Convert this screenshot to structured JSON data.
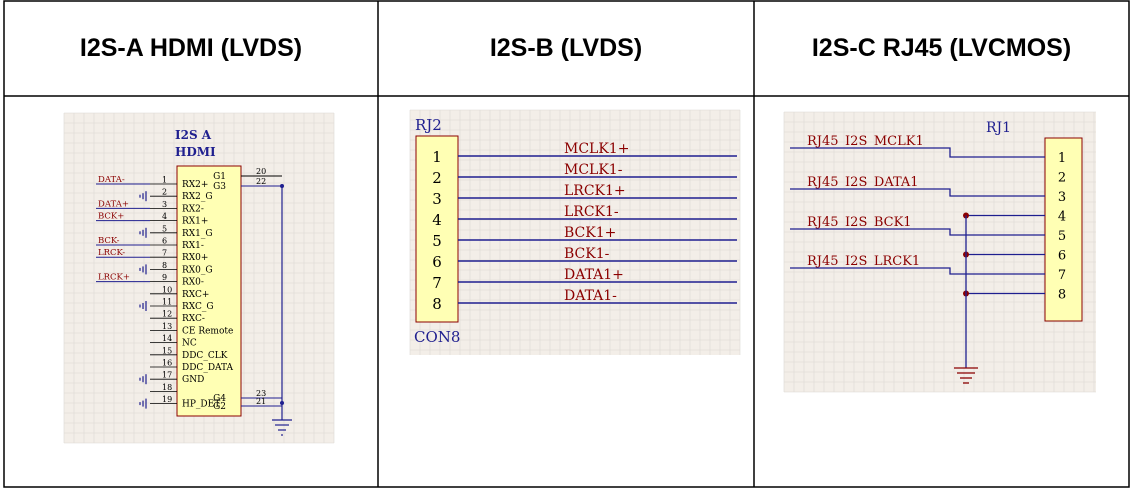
{
  "headers": [
    "I2S-A HDMI (LVDS)",
    "I2S-B (LVDS)",
    "I2S-C RJ45 (LVCMOS)"
  ],
  "panel_a": {
    "title_line1": "I2S A",
    "title_line2": "HDMI",
    "pins_left": [
      {
        "num": "1",
        "name": "RX2+",
        "net": "DATA-"
      },
      {
        "num": "2",
        "name": "RX2_G",
        "net": ""
      },
      {
        "num": "3",
        "name": "RX2-",
        "net": "DATA+"
      },
      {
        "num": "4",
        "name": "RX1+",
        "net": "BCK+"
      },
      {
        "num": "5",
        "name": "RX1_G",
        "net": ""
      },
      {
        "num": "6",
        "name": "RX1-",
        "net": "BCK-"
      },
      {
        "num": "7",
        "name": "RX0+",
        "net": "LRCK-"
      },
      {
        "num": "8",
        "name": "RX0_G",
        "net": ""
      },
      {
        "num": "9",
        "name": "RX0-",
        "net": "LRCK+"
      },
      {
        "num": "10",
        "name": "RXC+",
        "net": ""
      },
      {
        "num": "11",
        "name": "RXC_G",
        "net": ""
      },
      {
        "num": "12",
        "name": "RXC-",
        "net": ""
      },
      {
        "num": "13",
        "name": "CE Remote",
        "net": ""
      },
      {
        "num": "14",
        "name": "NC",
        "net": ""
      },
      {
        "num": "15",
        "name": "DDC_CLK",
        "net": ""
      },
      {
        "num": "16",
        "name": "DDC_DATA",
        "net": ""
      },
      {
        "num": "17",
        "name": "GND",
        "net": ""
      },
      {
        "num": "18",
        "name": "",
        "net": ""
      },
      {
        "num": "19",
        "name": "HP_DET",
        "net": ""
      }
    ],
    "pins_right": [
      {
        "num": "20",
        "name": "G1"
      },
      {
        "num": "22",
        "name": "G3"
      },
      {
        "num": "23",
        "name": "G4"
      },
      {
        "num": "21",
        "name": "G2"
      }
    ]
  },
  "panel_b": {
    "designator": "RJ2",
    "part": "CON8",
    "pins": [
      {
        "num": "1",
        "net": "MCLK1+"
      },
      {
        "num": "2",
        "net": "MCLK1-"
      },
      {
        "num": "3",
        "net": "LRCK1+"
      },
      {
        "num": "4",
        "net": "LRCK1-"
      },
      {
        "num": "5",
        "net": "BCK1+"
      },
      {
        "num": "6",
        "net": "BCK1-"
      },
      {
        "num": "7",
        "net": "DATA1+"
      },
      {
        "num": "8",
        "net": "DATA1-"
      }
    ]
  },
  "panel_c": {
    "designator": "RJ1",
    "nets": [
      "RJ45_I2S_MCLK1",
      "RJ45_I2S_DATA1",
      "RJ45_I2S_BCK1",
      "RJ45_I2S_LRCK1"
    ],
    "pins": [
      "1",
      "2",
      "3",
      "4",
      "5",
      "6",
      "7",
      "8"
    ]
  },
  "colors": {
    "wire": "#1f1f8f",
    "body": "#ffffb4",
    "body_border": "#8b0000",
    "net_label": "#8b0000",
    "junction": "#8b0000",
    "grid": "#d8d8d8",
    "grid_bg": "#f3eee8"
  }
}
